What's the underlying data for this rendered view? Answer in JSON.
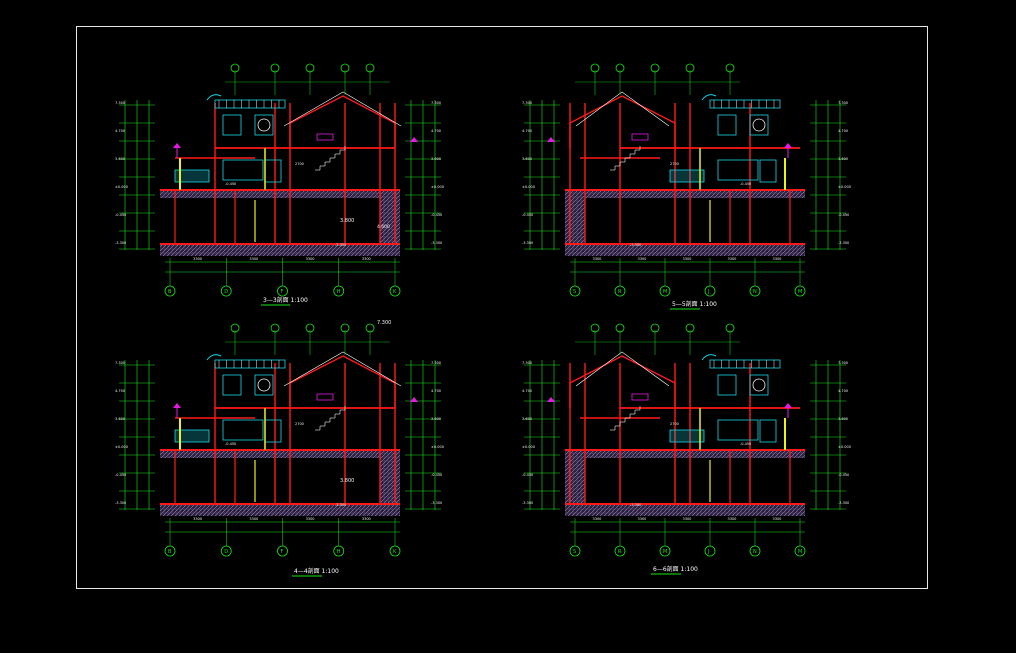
{
  "sections": [
    {
      "id": "s3",
      "title": "3—3剖面 1:100",
      "grid_labels": [
        "B",
        "D",
        "F",
        "H",
        "K"
      ],
      "level_label": "3.800",
      "level_label_2": "4.600"
    },
    {
      "id": "s5",
      "title": "5—5剖面 1:100",
      "grid_labels": [
        "S",
        "R",
        "M",
        "J",
        "N",
        "M"
      ]
    },
    {
      "id": "s4",
      "title": "4—4剖面 1:100",
      "grid_labels": [
        "B",
        "D",
        "F",
        "H",
        "K"
      ],
      "level_label": "3.800",
      "level_label_top": "7.300"
    },
    {
      "id": "s6",
      "title": "6—6剖面 1:100",
      "grid_labels": [
        "S",
        "R",
        "M",
        "J",
        "N",
        "M"
      ]
    }
  ],
  "colors": {
    "background": "#000000",
    "frame": "#e8e8e8",
    "red": "#ff1a1a",
    "green": "#19e619",
    "cyan": "#1ad6e6",
    "magenta": "#e619e6",
    "yellow": "#f0f01a",
    "white": "#f2f2f2",
    "hatch": "#8a7aa8"
  }
}
